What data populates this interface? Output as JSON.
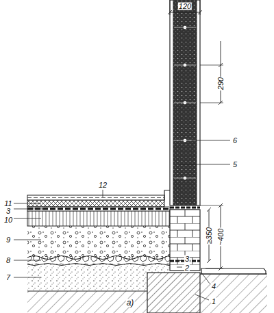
{
  "diagram": {
    "labels": [
      "120",
      "290",
      "~400",
      "≥350",
      "12",
      "11",
      "3",
      "10",
      "9",
      "8",
      "7",
      "6",
      "5",
      "3",
      "2",
      "4",
      "1",
      "a)"
    ]
  }
}
